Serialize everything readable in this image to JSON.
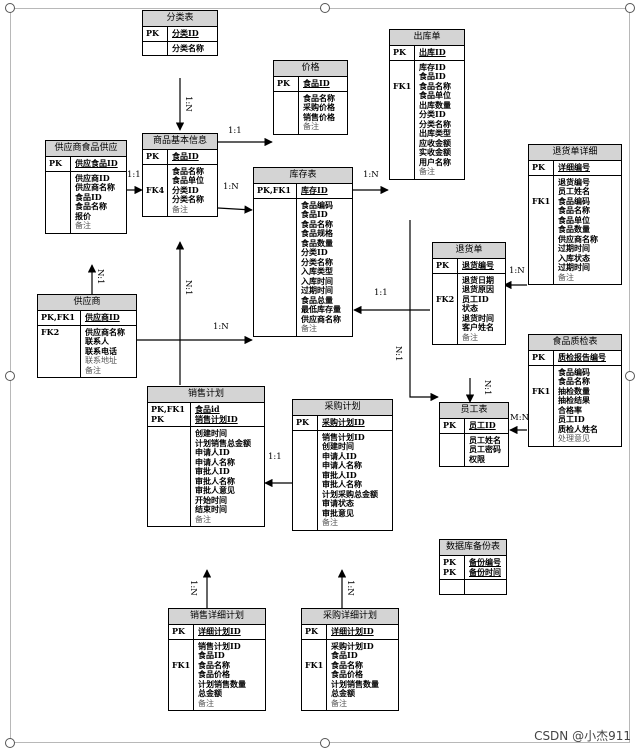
{
  "entities": [
    {
      "key": "fenlei",
      "title": "分类表",
      "pk_keys": [
        "PK"
      ],
      "pk_fields": [
        "分类ID"
      ],
      "fk_keys": [],
      "fields": [
        "分类名称"
      ],
      "notes": []
    },
    {
      "key": "jiage",
      "title": "价格",
      "pk_keys": [
        "PK"
      ],
      "pk_fields": [
        "食品ID"
      ],
      "fk_keys": [],
      "fields": [
        "食品名称",
        "采购价格",
        "销售价格"
      ],
      "notes": [
        "备注"
      ]
    },
    {
      "key": "chuku",
      "title": "出库单",
      "pk_keys": [
        "PK"
      ],
      "pk_fields": [
        "出库ID"
      ],
      "fk_keys": [
        "FK1"
      ],
      "fields": [
        "库存ID",
        "食品ID",
        "食品名称",
        "食品单位",
        "出库数量",
        "分类ID",
        "分类名称",
        "出库类型",
        "应收金额",
        "实收金额",
        "用户名称"
      ],
      "notes": [
        "备注"
      ]
    },
    {
      "key": "gongying_shipin",
      "title": "供应商食品供应",
      "pk_keys": [
        "PK"
      ],
      "pk_fields": [
        "供应食品ID"
      ],
      "fk_keys": [],
      "fields": [
        "供应商ID",
        "供应商名称",
        "食品ID",
        "食品名称",
        "报价"
      ],
      "notes": [
        "备注"
      ]
    },
    {
      "key": "shangpin",
      "title": "商品基本信息",
      "pk_keys": [
        "PK"
      ],
      "pk_fields": [
        "食品ID"
      ],
      "fk_keys": [
        "FK4"
      ],
      "fields": [
        "食品名称",
        "食品单位",
        "分类ID",
        "分类名称"
      ],
      "notes": [
        "备注"
      ]
    },
    {
      "key": "kucun",
      "title": "库存表",
      "pk_keys": [
        "PK,FK1"
      ],
      "pk_fields": [
        "库存ID"
      ],
      "fk_keys": [],
      "fields": [
        "食品编码",
        "食品ID",
        "食品名称",
        "食品规格",
        "食品数量",
        "分类ID",
        "分类名称",
        "入库类型",
        "入库时间",
        "过期时间",
        "食品总量",
        "最低库存量",
        "供应商名称"
      ],
      "notes": [
        "备注"
      ]
    },
    {
      "key": "tuihuo_detail",
      "title": "退货单详细",
      "pk_keys": [
        "PK"
      ],
      "pk_fields": [
        "详细编号"
      ],
      "fk_keys": [
        "FK1"
      ],
      "fields": [
        "退货编号",
        "员工姓名",
        "食品编码",
        "食品名称",
        "食品单位",
        "食品数量",
        "供应商名称",
        "过期时间",
        "入库状态",
        "过期时间"
      ],
      "notes": [
        "备注"
      ]
    },
    {
      "key": "tuihuo",
      "title": "退货单",
      "pk_keys": [
        "PK"
      ],
      "pk_fields": [
        "退货编号"
      ],
      "fk_keys": [
        "FK2"
      ],
      "fields": [
        "退货日期",
        "退货原因",
        "员工ID",
        "状态",
        "退货时间",
        "客户姓名"
      ],
      "notes": [
        "备注"
      ]
    },
    {
      "key": "gongyingshang",
      "title": "供应商",
      "pk_keys": [
        "PK,FK1"
      ],
      "pk_fields": [
        "供应商ID"
      ],
      "fk_keys": [
        "FK2"
      ],
      "fields": [
        "供应商名称",
        "联系人",
        "联系电话"
      ],
      "notes": [
        "联系地址",
        "备注"
      ]
    },
    {
      "key": "zhijian",
      "title": "食品质检表",
      "pk_keys": [
        "PK"
      ],
      "pk_fields": [
        "质检报告编号"
      ],
      "fk_keys": [
        "FK1"
      ],
      "fields": [
        "食品编码",
        "食品名称",
        "抽检数量",
        "抽检结果",
        "合格率",
        "员工ID",
        "质检人姓名"
      ],
      "notes": [
        "处理意见"
      ]
    },
    {
      "key": "xiaoshou",
      "title": "销售计划",
      "pk_keys": [
        "PK,FK1",
        "PK"
      ],
      "pk_fields": [
        "食品id",
        "销售计划ID"
      ],
      "fk_keys": [],
      "fields": [
        "创建时间",
        "计划销售总金额",
        "申请人ID",
        "申请人名称",
        "审批人ID",
        "审批人名称",
        "审批人意见",
        "开始时间",
        "结束时间"
      ],
      "notes": [
        "备注"
      ]
    },
    {
      "key": "caigou",
      "title": "采购计划",
      "pk_keys": [
        "PK"
      ],
      "pk_fields": [
        "采购计划ID"
      ],
      "fk_keys": [],
      "fields": [
        "销售计划ID",
        "创建时间",
        "申请人ID",
        "申请人名称",
        "审批人ID",
        "审批人名称",
        "计划采购总金额",
        "审请状态",
        "审批意见"
      ],
      "notes": [
        "备注"
      ]
    },
    {
      "key": "yuangong",
      "title": "员工表",
      "pk_keys": [
        "PK"
      ],
      "pk_fields": [
        "员工ID"
      ],
      "fk_keys": [],
      "fields": [
        "员工姓名",
        "员工密码",
        "权限"
      ],
      "notes": []
    },
    {
      "key": "beifen",
      "title": "数据库备份表",
      "pk_keys": [
        "PK",
        "PK"
      ],
      "pk_fields": [
        "备份编号",
        "备份时间"
      ],
      "fk_keys": [],
      "fields": [],
      "notes": []
    },
    {
      "key": "xiaoshou_detail",
      "title": "销售详细计划",
      "pk_keys": [
        "PK"
      ],
      "pk_fields": [
        "详细计划ID"
      ],
      "fk_keys": [
        "FK1"
      ],
      "fields": [
        "销售计划ID",
        "食品ID",
        "食品名称",
        "食品价格",
        "计划销售数量",
        "总金额"
      ],
      "notes": [
        "备注"
      ]
    },
    {
      "key": "caigou_detail",
      "title": "采购详细计划",
      "pk_keys": [
        "PK"
      ],
      "pk_fields": [
        "详细计划ID"
      ],
      "fk_keys": [
        "FK1"
      ],
      "fields": [
        "采购计划ID",
        "食品ID",
        "食品名称",
        "食品价格",
        "计划销售数量",
        "总金额"
      ],
      "notes": [
        "备注"
      ]
    }
  ],
  "relations": [
    {
      "key": "r_fenlei_shangpin",
      "label": "1:N"
    },
    {
      "key": "r_shangpin_jiage",
      "label": "1:1"
    },
    {
      "key": "r_gysp_shangpin",
      "label": "1:1"
    },
    {
      "key": "r_shangpin_kucun",
      "label": "1:N"
    },
    {
      "key": "r_kucun_chuku",
      "label": "1:N"
    },
    {
      "key": "r_gys_gysp",
      "label": "N:1"
    },
    {
      "key": "r_xiaoshou_shangpin",
      "label": "N:1"
    },
    {
      "key": "r_gys_kucun",
      "label": "1:N"
    },
    {
      "key": "r_tuihuo_kucun",
      "label": "1:1"
    },
    {
      "key": "r_detail_tuihuo",
      "label": "1:N"
    },
    {
      "key": "r_chuku_yuangong",
      "label": "N:1"
    },
    {
      "key": "r_tuihuo_yuangong",
      "label": "N:1"
    },
    {
      "key": "r_zhijian_yuangong",
      "label": "M:N"
    },
    {
      "key": "r_xiaoshou_caigou",
      "label": "1:1"
    },
    {
      "key": "r_xsdetail_xiaoshou",
      "label": "1:N"
    },
    {
      "key": "r_cgdetail_caigou",
      "label": "1:N"
    }
  ],
  "watermark": "CSDN @小杰911"
}
